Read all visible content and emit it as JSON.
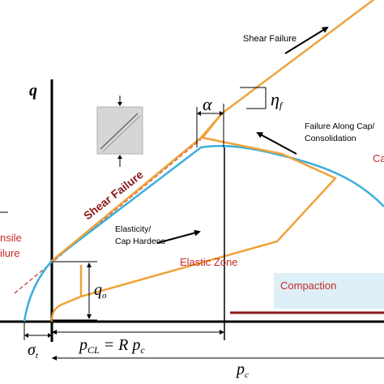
{
  "labels": {
    "q_axis": "q",
    "alpha": "α",
    "eta_f": "η",
    "eta_sub": "f",
    "shear_failure_top": "Shear Failure",
    "failure_along_cap_line1": "Failure Along Cap/",
    "failure_along_cap_line2": "Consolidation",
    "cap_partial": "Ca",
    "shear_failure_diag": "Shear Failure",
    "elasticity_line1": "Elasticity/",
    "elasticity_line2": "Cap Hardens",
    "tensile_line1": "nsile",
    "tensile_line2": "ilure",
    "elastic_zone": "Elastic Zone",
    "q_o": "q",
    "q_o_sub": "o",
    "compaction": "Compaction",
    "sigma_t": "σ",
    "sigma_sub": "t",
    "p_cl_eq": "p",
    "p_cl_sub": "CL",
    "p_cl_mid": " = R p",
    "p_cl_c": "c",
    "p_c": "p",
    "p_c_sub": "c"
  },
  "colors": {
    "failure_line": "#f0a23a",
    "cap_curve": "#3aaedc",
    "dashed_line": "#c95050",
    "label_red": "#c62828",
    "compaction_box": "#dfeff7",
    "compaction_bar": "#8b1a1a",
    "axis": "#000000",
    "specimen": "#d6d6d6"
  }
}
